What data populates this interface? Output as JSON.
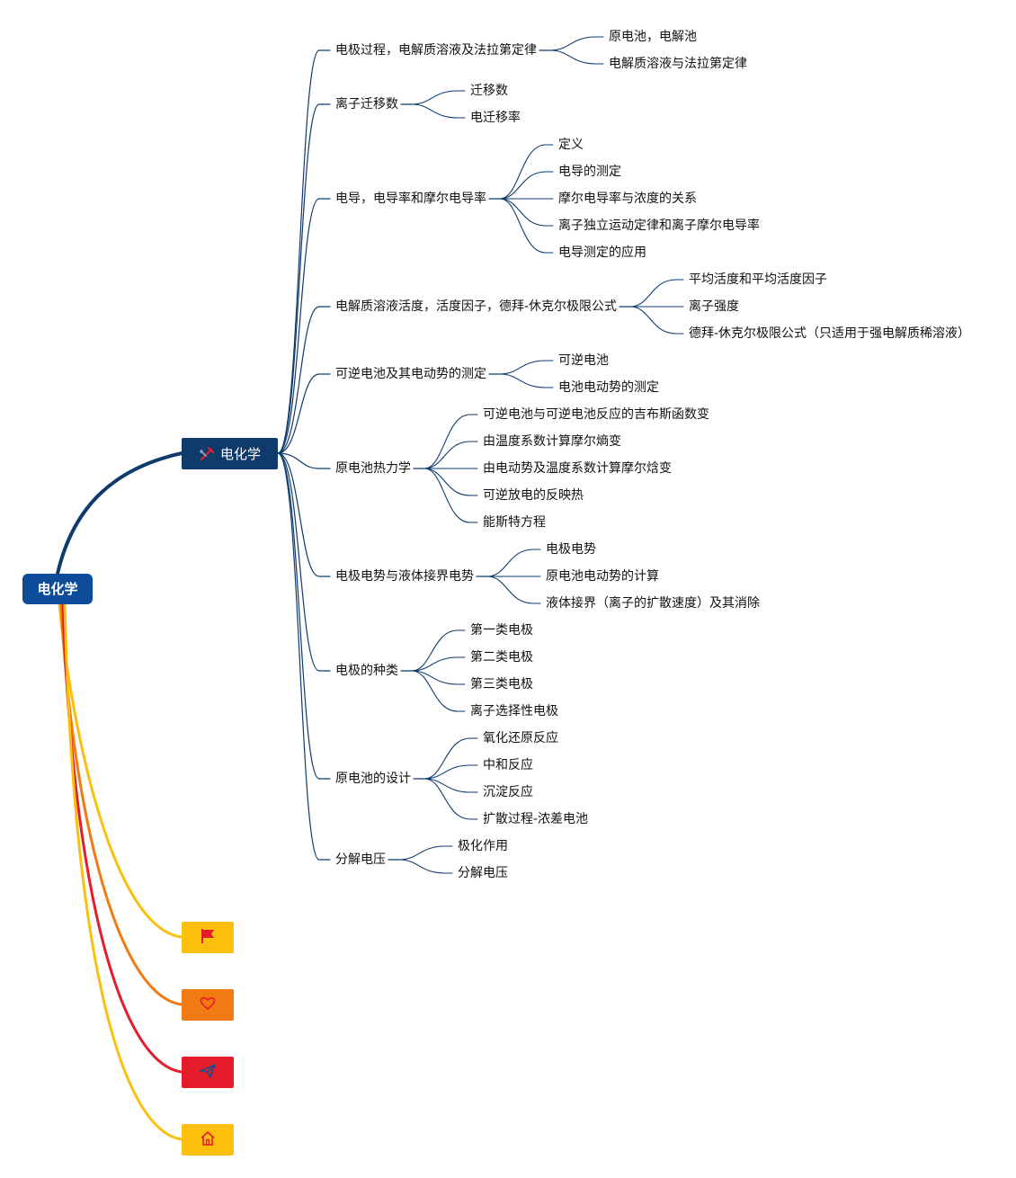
{
  "colors": {
    "root_bg": "#0d4c99",
    "main_bg": "#0e3a6c",
    "branch_line": "#0e3a6c",
    "yellow": "#fbbf0d",
    "orange": "#f27a12",
    "red": "#e51d2a"
  },
  "root": {
    "label": "电化学"
  },
  "main": {
    "label": "电化学",
    "icon": "hammer-tools-icon"
  },
  "topics": [
    {
      "label": "电极过程，电解质溶液及法拉第定律",
      "children": [
        "原电池，电解池",
        "电解质溶液与法拉第定律"
      ]
    },
    {
      "label": "离子迁移数",
      "children": [
        "迁移数",
        "电迁移率"
      ]
    },
    {
      "label": "电导，电导率和摩尔电导率",
      "children": [
        "定义",
        "电导的测定",
        "摩尔电导率与浓度的关系",
        "离子独立运动定律和离子摩尔电导率",
        "电导测定的应用"
      ]
    },
    {
      "label": "电解质溶液活度，活度因子，德拜-休克尔极限公式",
      "children": [
        "平均活度和平均活度因子",
        "离子强度",
        "德拜-休克尔极限公式（只适用于强电解质稀溶液）"
      ]
    },
    {
      "label": "可逆电池及其电动势的测定",
      "children": [
        "可逆电池",
        "电池电动势的测定"
      ]
    },
    {
      "label": "原电池热力学",
      "children": [
        "可逆电池与可逆电池反应的吉布斯函数变",
        "由温度系数计算摩尔熵变",
        "由电动势及温度系数计算摩尔焓变",
        "可逆放电的反映热",
        "能斯特方程"
      ]
    },
    {
      "label": "电极电势与液体接界电势",
      "children": [
        "电极电势",
        "原电池电动势的计算",
        "液体接界（离子的扩散速度）及其消除"
      ]
    },
    {
      "label": "电极的种类",
      "children": [
        "第一类电极",
        "第二类电极",
        "第三类电极",
        "离子选择性电极"
      ]
    },
    {
      "label": "原电池的设计",
      "children": [
        "氧化还原反应",
        "中和反应",
        "沉淀反应",
        "扩散过程-浓差电池"
      ]
    },
    {
      "label": "分解电压",
      "children": [
        "极化作用",
        "分解电压"
      ]
    }
  ],
  "icon_nodes": [
    {
      "icon": "flag-icon",
      "bg": "#fbbf0d",
      "line": "#fbbf0d",
      "glyph": "#e51d2a"
    },
    {
      "icon": "heart-icon",
      "bg": "#f27a12",
      "line": "#f27a12",
      "glyph": "#e51d2a"
    },
    {
      "icon": "send-icon",
      "bg": "#e51d2a",
      "line": "#e51d2a",
      "glyph": "#0d4c99"
    },
    {
      "icon": "home-icon",
      "bg": "#fbbf0d",
      "line": "#fbbf0d",
      "glyph": "#e51d2a"
    }
  ]
}
